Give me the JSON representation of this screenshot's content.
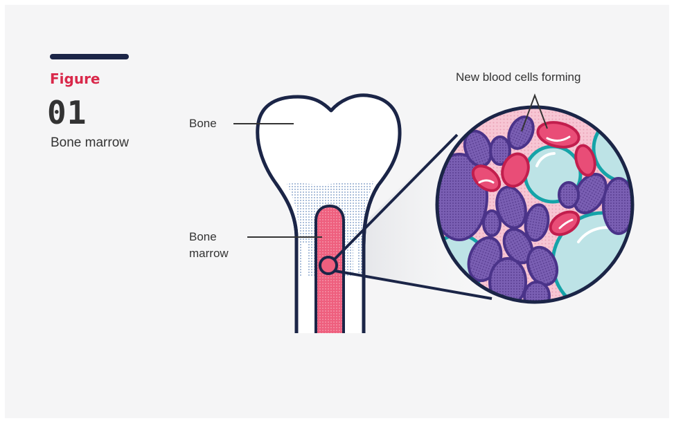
{
  "figure": {
    "label": "Figure",
    "number": "01",
    "caption": "Bone marrow"
  },
  "labels": {
    "bone": "Bone",
    "marrow_line1": "Bone",
    "marrow_line2": "marrow",
    "cells": "New blood cells forming"
  },
  "icons": [
    "bone-illustration",
    "marrow-magnifier"
  ],
  "colors": {
    "background": "#f5f5f6",
    "outline": "#1b2547",
    "marrow": "#ee5f7e",
    "spongy_bone": "#8fa9cf",
    "purple_cell": "#6b4fa3",
    "red_cell": "#e94d77",
    "cyan_cell": "#bde3e6",
    "cell_bg": "#f7c6d4",
    "text": "#333333",
    "accent_red": "#d9284a"
  }
}
